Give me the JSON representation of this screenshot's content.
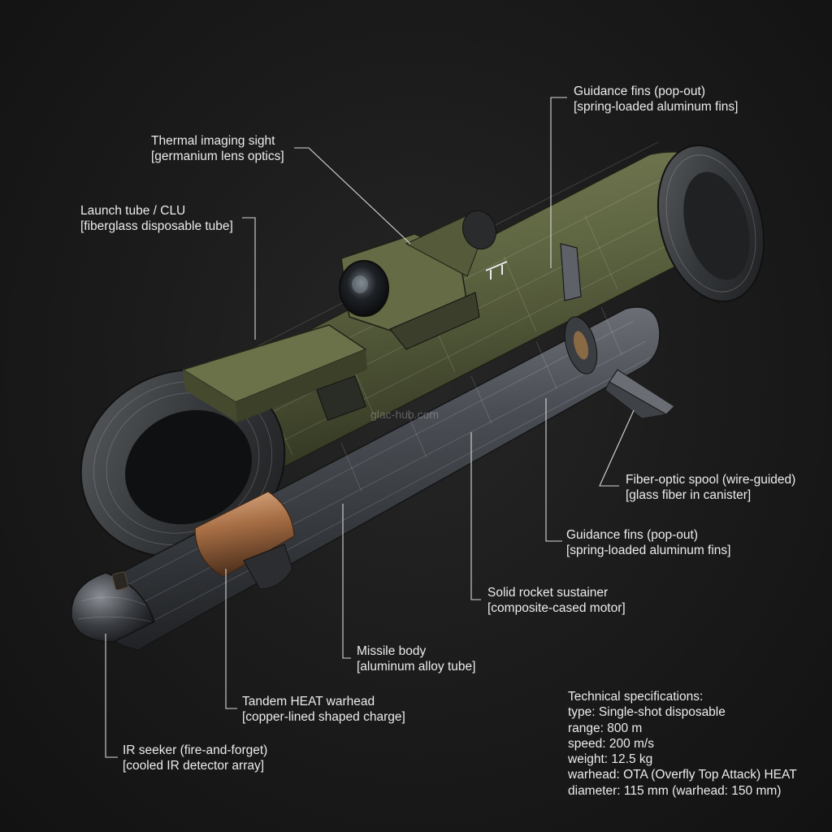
{
  "labels": {
    "guidance_fins_top": {
      "line1": "Guidance fins (pop-out)",
      "line2": "[spring-loaded aluminum fins]"
    },
    "thermal_sight": {
      "line1": "Thermal imaging sight",
      "line2": "[germanium lens optics]"
    },
    "launch_tube": {
      "line1": "Launch tube / CLU",
      "line2": "[fiberglass disposable tube]"
    },
    "fiber_optic_spool": {
      "line1": "Fiber-optic spool (wire-guided)",
      "line2": "[glass fiber in canister]"
    },
    "guidance_fins_mid": {
      "line1": "Guidance fins (pop-out)",
      "line2": "[spring-loaded aluminum fins]"
    },
    "rocket_sustainer": {
      "line1": "Solid rocket sustainer",
      "line2": "[composite-cased motor]"
    },
    "missile_body": {
      "line1": "Missile body",
      "line2": "[aluminum alloy tube]"
    },
    "heat_warhead": {
      "line1": "Tandem HEAT warhead",
      "line2": "[copper-lined shaped charge]"
    },
    "ir_seeker": {
      "line1": "IR seeker (fire-and-forget)",
      "line2": "[cooled IR detector array]"
    }
  },
  "specs": {
    "title": "Technical specifications:",
    "lines": [
      "type: Single-shot disposable",
      "range: 800 m",
      "speed: 200 m/s",
      "weight: 12.5 kg",
      "warhead: OTA (Overfly Top Attack) HEAT",
      "diameter: 115 mm (warhead: 150 mm)"
    ]
  },
  "watermark": "glac-hub.com",
  "colors": {
    "background": "#161616",
    "tube_olive": "#5c6340",
    "missile_gray": "#3d4045",
    "copper_band": "#b07a4e",
    "label_text": "#ececec",
    "leader_line": "#d8d8d8"
  }
}
